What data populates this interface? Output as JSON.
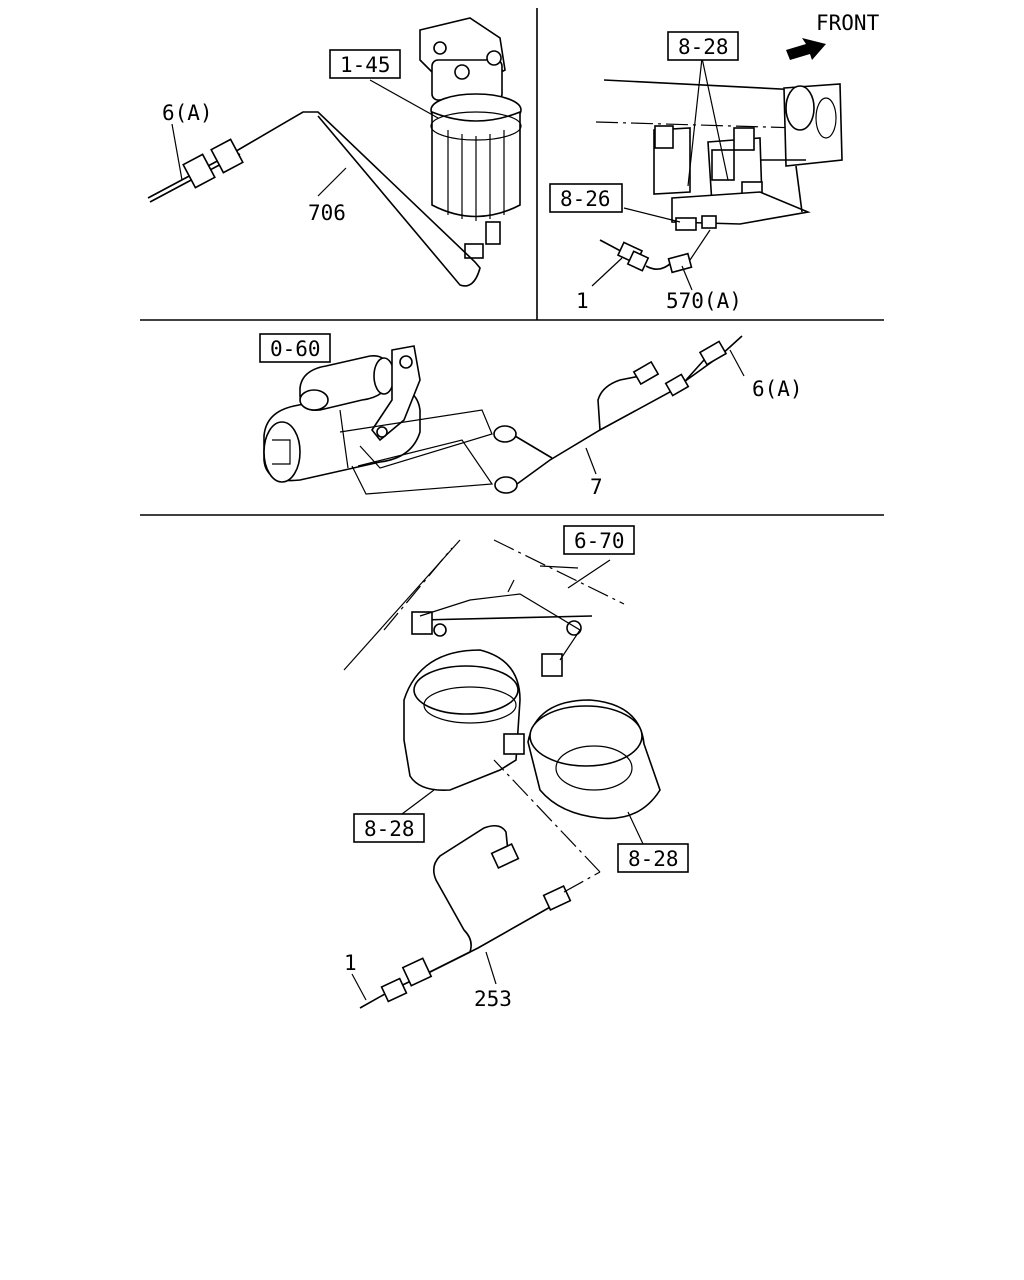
{
  "panels": {
    "fuel_filter": {
      "ref_box": "1-45",
      "callouts": [
        "6(A)",
        "706"
      ]
    },
    "horn_bracket": {
      "front_label": "FRONT",
      "ref_boxes": [
        "8-28",
        "8-26"
      ],
      "callouts": [
        "1",
        "570(A)"
      ]
    },
    "starter": {
      "ref_box": "0-60",
      "callouts": [
        "6(A)",
        "7"
      ]
    },
    "horns": {
      "ref_boxes": [
        "6-70",
        "8-28",
        "8-28"
      ],
      "callouts": [
        "1",
        "253"
      ]
    }
  }
}
